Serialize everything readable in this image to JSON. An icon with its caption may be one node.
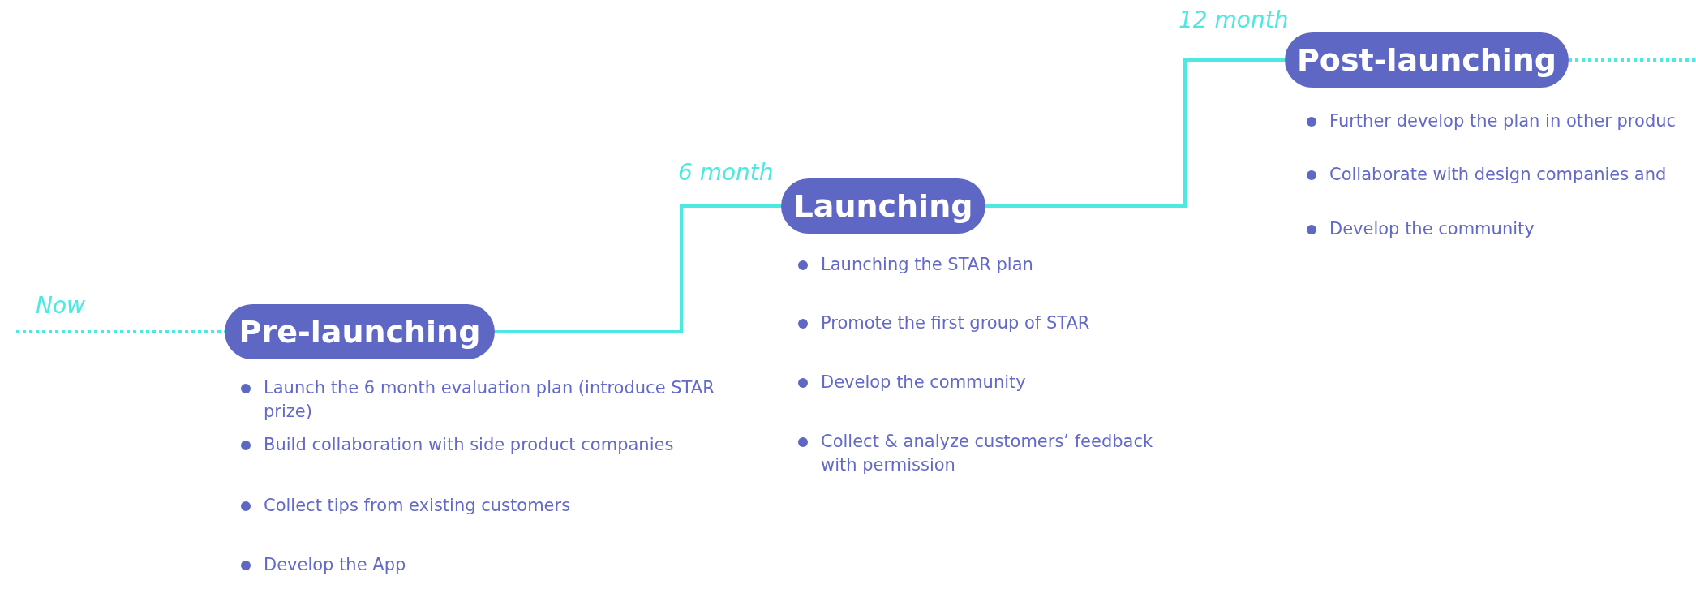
{
  "diagram": {
    "nodes": [
      {
        "text": [
          "Pre-launching"
        ],
        "beside": [
          "Launch the 6 month evaluation plan (introduce STAR prize)",
          "Build collaboration with side product companies",
          "Collect tips from existing customers",
          "Develop the App"
        ]
      },
      {
        "text": [
          "Launching"
        ],
        "beside": [
          "Launching the STAR plan",
          "Promote the first group of STAR",
          "Develop the community",
          "Collect & analyze customers’ feedback with permission"
        ]
      },
      {
        "text": [
          "Post-launching"
        ],
        "beside": [
          "Further develop the plan in other produc",
          "Collaborate with design companies and",
          "Develop the community"
        ]
      }
    ],
    "edges": [
      {
        "from": null,
        "to": 0,
        "arrow": "none",
        "style": "dashed"
      },
      {
        "from": 0,
        "to": 1,
        "arrow": "none"
      },
      {
        "from": 1,
        "to": 2,
        "arrow": "none"
      },
      {
        "from": 2,
        "to": null,
        "arrow": "none",
        "style": "dashed"
      }
    ],
    "labels": [
      "12 month",
      "6 month",
      "Now"
    ]
  }
}
